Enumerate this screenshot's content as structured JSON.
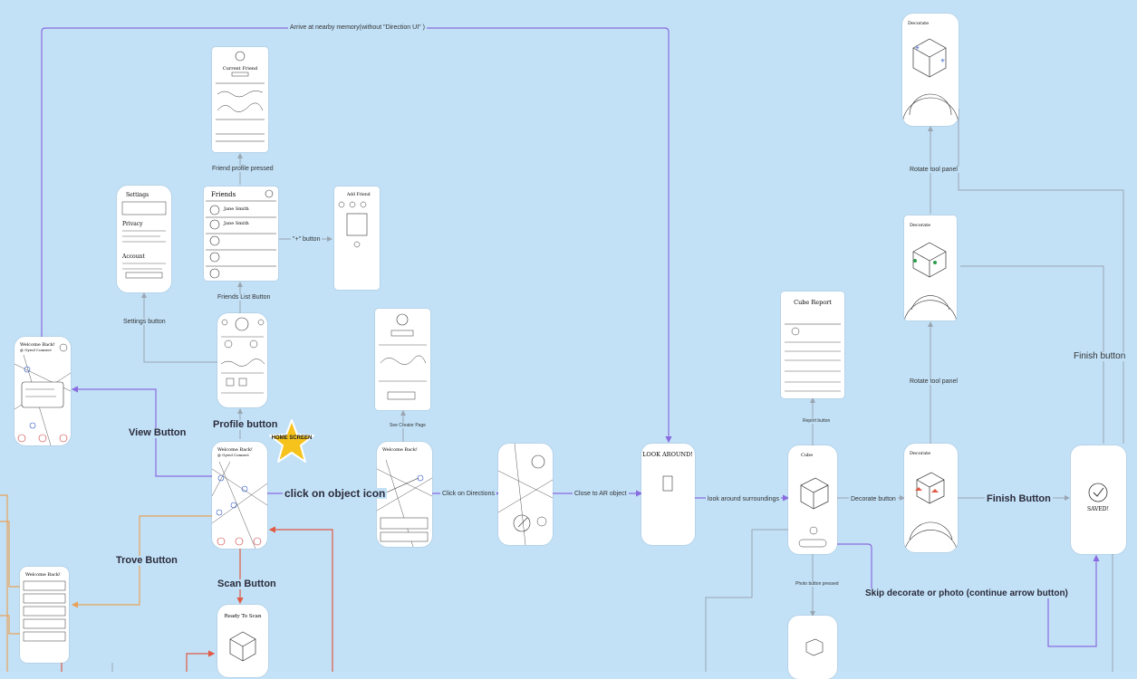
{
  "labels": {
    "arrive_nearby": "Arrive at nearby memory(without \"Direction UI\" )",
    "friend_profile_pressed": "Friend profile pressed",
    "plus_button": "\"+\" button",
    "friends_list_button": "Friends List Button",
    "settings_button": "Settings button",
    "profile_button": "Profile button",
    "view_button": "View Button",
    "home_screen": "HOME SCREEN",
    "click_object_icon": "click on object icon",
    "click_directions": "Click on Directions",
    "see_creator_page": "See Creator Page",
    "close_to_ar": "Close to AR object",
    "look_around": "look around surroundings",
    "report_button": "Report button",
    "decorate_button": "Decorate button",
    "finish_button_bold": "Finish Button",
    "finish_button": "Finish button",
    "rotate_tool_panel_1": "Rotate tool panel",
    "rotate_tool_panel_2": "Rotate tool panel",
    "trove_button": "Trove Button",
    "scan_button": "Scan Button",
    "skip_decorate": "Skip decorate or photo (continue arrow button)",
    "photo_button_pressed": "Photo button pressed"
  },
  "sketch_text": {
    "home_title": "Welcome Back!",
    "home_sub": "@ Gyeol Connect",
    "profile_name": "Current Friend",
    "friends_title": "Friends",
    "friend_a": "Jane Smith",
    "friend_b": "Jane Smith",
    "add_friend": "Add Friend",
    "settings_title": "Settings",
    "privacy": "Privacy",
    "account": "Account",
    "look_around": "LOOK AROUND!",
    "cube_report": "Cube Report",
    "decorate": "Decorate",
    "saved": "SAVED!",
    "ready_scan": "Ready To Scan",
    "cube": "Cube"
  },
  "colors": {
    "background": "#c2e1f7",
    "flow_purple": "#8a6ce0",
    "flow_gray": "#a9b4bf",
    "flow_orange": "#e8a25a",
    "flow_red": "#e05a44",
    "star": "#f6c21c"
  }
}
